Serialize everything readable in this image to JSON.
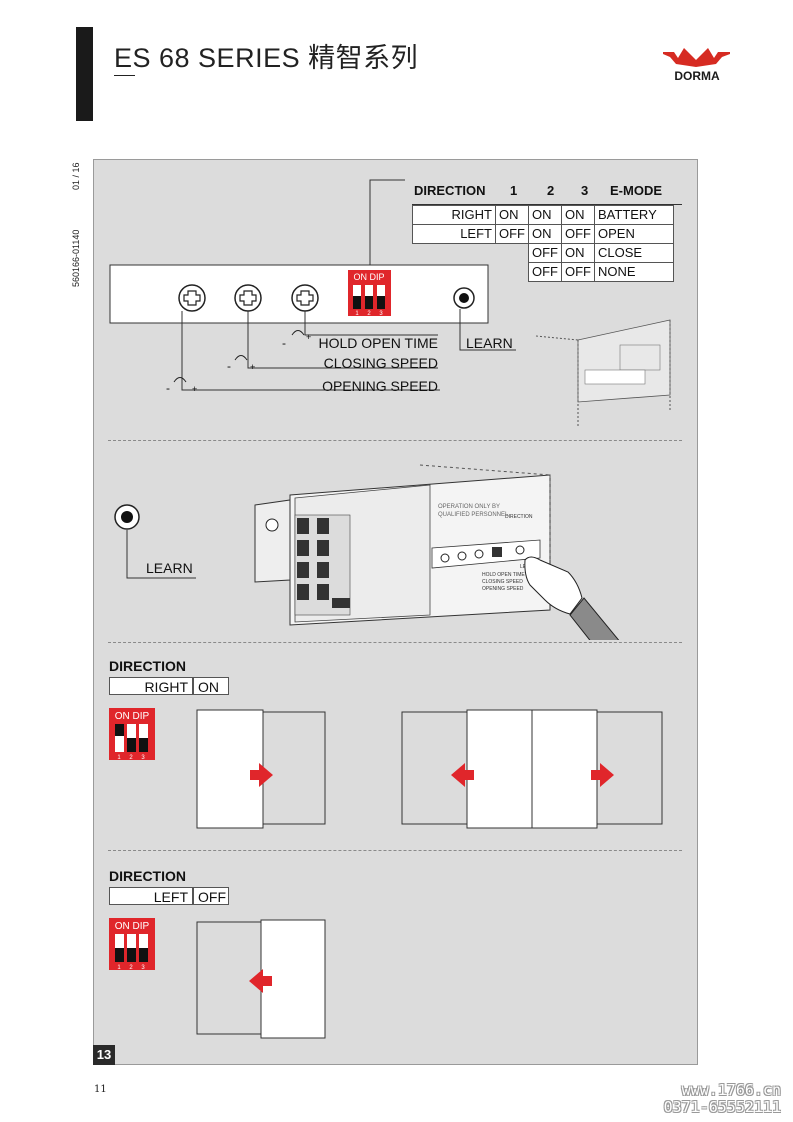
{
  "header": {
    "title": "ES 68 SERIES 精智系列",
    "brand": "DORMA",
    "brand_color": "#d62b22"
  },
  "side": {
    "page_fraction": "01 / 16",
    "doc_code": "560166-01140"
  },
  "dip_table": {
    "headers": [
      "DIRECTION",
      "1",
      "2",
      "3",
      "E-MODE"
    ],
    "rows": [
      {
        "direction": "RIGHT",
        "s1": "ON",
        "s2": "ON",
        "s3": "ON",
        "mode": "BATTERY"
      },
      {
        "direction": "LEFT",
        "s1": "OFF",
        "s2": "ON",
        "s3": "OFF",
        "mode": "OPEN"
      },
      {
        "direction": "",
        "s1": "",
        "s2": "OFF",
        "s3": "ON",
        "mode": "CLOSE"
      },
      {
        "direction": "",
        "s1": "",
        "s2": "OFF",
        "s3": "OFF",
        "mode": "NONE"
      }
    ]
  },
  "control_panel": {
    "dip_title": "ON DIP",
    "dip_numbers": [
      "1",
      "2",
      "3"
    ],
    "hold_open_time": "HOLD OPEN TIME",
    "closing_speed": "CLOSING SPEED",
    "opening_speed": "OPENING SPEED",
    "learn": "LEARN",
    "minus": "-",
    "plus": "+"
  },
  "device_label": {
    "warning_line1": "OPERATION ONLY BY",
    "warning_line2": "QUALIFIED PERSONNEL",
    "hold_open": "HOLD OPEN TIME",
    "closing": "CLOSING SPEED",
    "opening": "OPENING SPEED",
    "learn": "LEARN",
    "direction": "DIRECTION"
  },
  "learn_section": {
    "learn": "LEARN"
  },
  "direction_right": {
    "heading": "DIRECTION",
    "direction": "RIGHT",
    "switch": "ON",
    "dip_title": "ON DIP",
    "dip_numbers": [
      "1",
      "2",
      "3"
    ]
  },
  "direction_left": {
    "heading": "DIRECTION",
    "direction": "LEFT",
    "switch": "OFF",
    "dip_title": "ON DIP",
    "dip_numbers": [
      "1",
      "2",
      "3"
    ]
  },
  "page": {
    "section_number": "13",
    "footer_number": "11",
    "watermark_line1": "www.1766.cn",
    "watermark_line2": "0371-65552111"
  },
  "colors": {
    "dip_red": "#e0262b",
    "arrow_red": "#e0262b",
    "panel_gray": "#dcdcdc"
  }
}
